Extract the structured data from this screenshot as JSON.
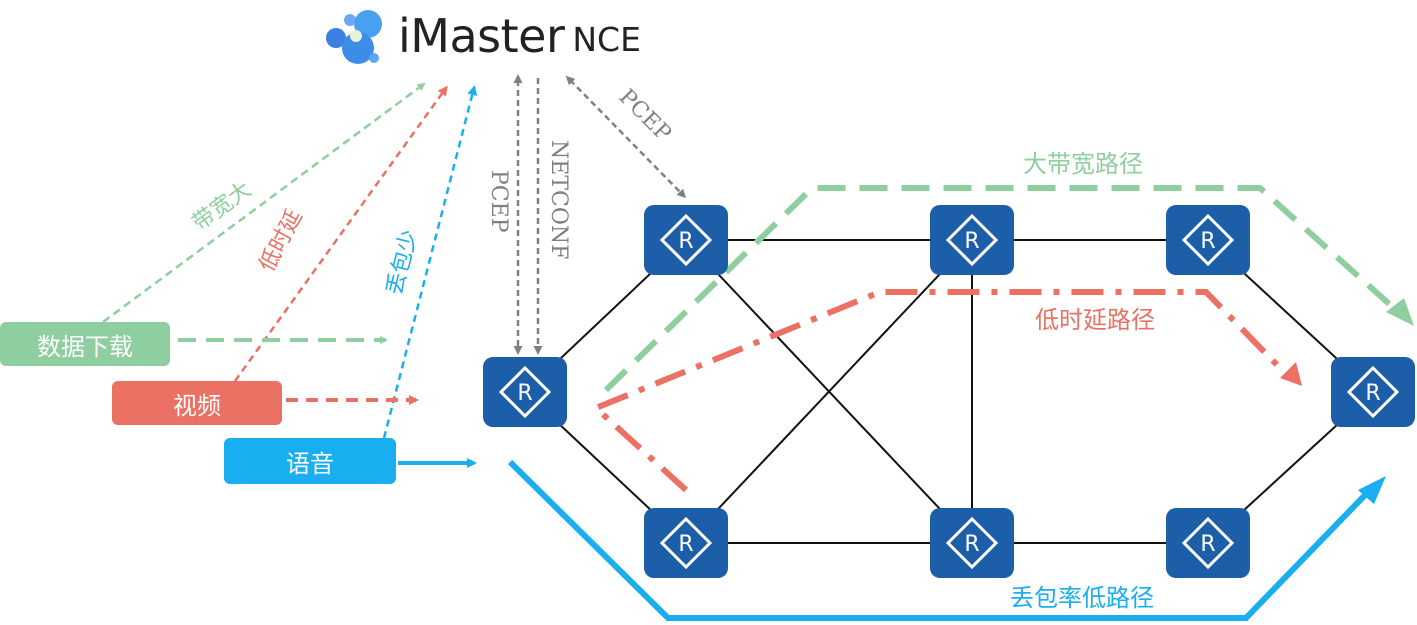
{
  "logo": {
    "main": "iMaster",
    "sub": "NCE"
  },
  "sources": {
    "download": "数据下载",
    "video": "视频",
    "voice": "语音"
  },
  "requirements": {
    "bandwidth": "带宽大",
    "latency": "低时延",
    "loss": "丢包少"
  },
  "protocols": {
    "pcep_left": "PCEP",
    "netconf": "NETCONF",
    "pcep_right": "PCEP"
  },
  "paths": {
    "bandwidth": "大带宽路径",
    "latency": "低时延路径",
    "loss": "丢包率低路径"
  },
  "router_label": "R",
  "colors": {
    "green": "#8fce9f",
    "red": "#ea7163",
    "blue": "#18aef0",
    "router": "#1c5ea8",
    "gray": "#808080"
  }
}
